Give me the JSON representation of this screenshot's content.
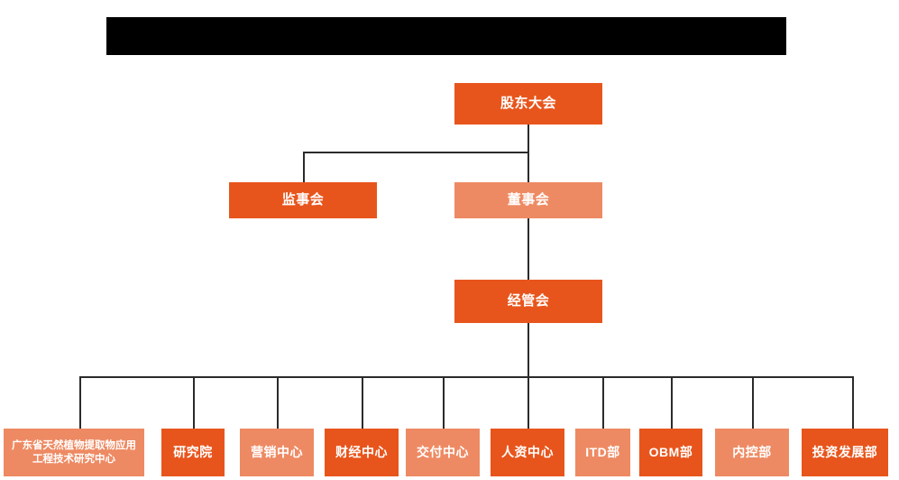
{
  "banner": {
    "label": "",
    "color": "#000000"
  },
  "palette": {
    "dark_orange": "#E8551C",
    "light_orange": "#EE8A63",
    "line": "#2b2b2b",
    "background": "#FFFFFF",
    "text": "#FFFFFF"
  },
  "chart_data": {
    "type": "org-chart",
    "title": "",
    "levels": [
      {
        "level": 1,
        "nodes": [
          {
            "id": "shareholders",
            "label": "股东大会",
            "tone": "dark"
          }
        ]
      },
      {
        "level": 2,
        "nodes": [
          {
            "id": "supervisory",
            "label": "监事会",
            "tone": "dark"
          },
          {
            "id": "board",
            "label": "董事会",
            "tone": "light"
          }
        ]
      },
      {
        "level": 3,
        "nodes": [
          {
            "id": "management",
            "label": "经管会",
            "tone": "dark"
          }
        ]
      },
      {
        "level": 4,
        "nodes": [
          {
            "id": "research-center",
            "label": "广东省天然植物提取物应用工程技术研究中心",
            "tone": "light"
          },
          {
            "id": "institute",
            "label": "研究院",
            "tone": "dark"
          },
          {
            "id": "marketing",
            "label": "营销中心",
            "tone": "light"
          },
          {
            "id": "finance",
            "label": "财经中心",
            "tone": "dark"
          },
          {
            "id": "delivery",
            "label": "交付中心",
            "tone": "light"
          },
          {
            "id": "hr",
            "label": "人资中心",
            "tone": "dark"
          },
          {
            "id": "itd",
            "label": "ITD部",
            "tone": "light"
          },
          {
            "id": "obm",
            "label": "OBM部",
            "tone": "dark"
          },
          {
            "id": "internal-control",
            "label": "内控部",
            "tone": "light"
          },
          {
            "id": "investment",
            "label": "投资发展部",
            "tone": "dark"
          }
        ]
      }
    ],
    "edges": [
      {
        "from": "shareholders",
        "to": "supervisory"
      },
      {
        "from": "shareholders",
        "to": "board"
      },
      {
        "from": "board",
        "to": "management"
      },
      {
        "from": "management",
        "to": "research-center"
      },
      {
        "from": "management",
        "to": "institute"
      },
      {
        "from": "management",
        "to": "marketing"
      },
      {
        "from": "management",
        "to": "finance"
      },
      {
        "from": "management",
        "to": "delivery"
      },
      {
        "from": "management",
        "to": "hr"
      },
      {
        "from": "management",
        "to": "itd"
      },
      {
        "from": "management",
        "to": "obm"
      },
      {
        "from": "management",
        "to": "internal-control"
      },
      {
        "from": "management",
        "to": "investment"
      }
    ]
  }
}
